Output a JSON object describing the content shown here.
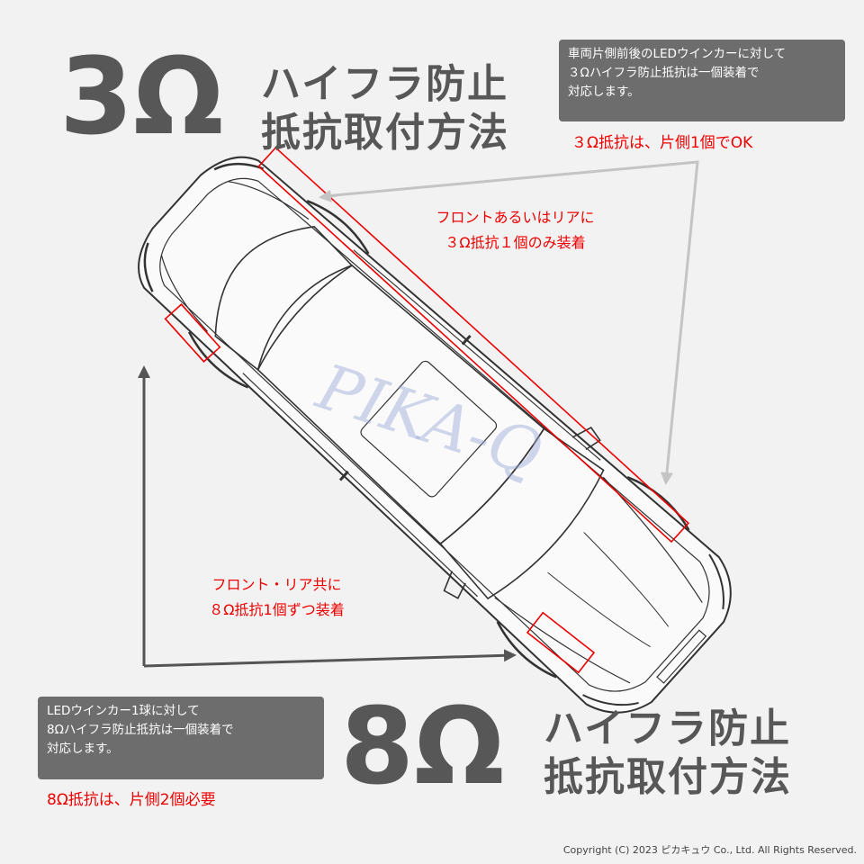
{
  "top": {
    "ohm_symbol": "3Ω",
    "title_line1": "ハイフラ防止",
    "title_line2": "抵抗取付方法",
    "note_lines": [
      "車両片側前後のLEDウインカーに対して",
      "３Ωハイフラ防止抵抗は一個装着で",
      "対応します。"
    ],
    "red_note": "３Ω抵抗は、片側1個でOK"
  },
  "callout_top": {
    "line1": "フロントあるいはリアに",
    "line2": "３Ω抵抗１個のみ装着"
  },
  "callout_bottom": {
    "line1": "フロント・リア共に",
    "line2": "８Ω抵抗1個ずつ装着"
  },
  "watermark": "PIKA-Q",
  "bottom": {
    "ohm_symbol": "8Ω",
    "title_line1": "ハイフラ防止",
    "title_line2": "抵抗取付方法",
    "note_lines": [
      "LEDウインカー1球に対して",
      "8Ωハイフラ防止抵抗は一個装着で",
      "対応します。"
    ],
    "red_note": "8Ω抵抗は、片側2個必要"
  },
  "copyright": "Copyright (C) 2023 ピカキュウ Co., Ltd. All Rights Reserved.",
  "colors": {
    "highlight_red": "#e00000",
    "title_gray": "#575757",
    "box_gray": "#6d6d6d",
    "arrow_gray": "#555555",
    "arrow_light": "#c8c8c8"
  }
}
